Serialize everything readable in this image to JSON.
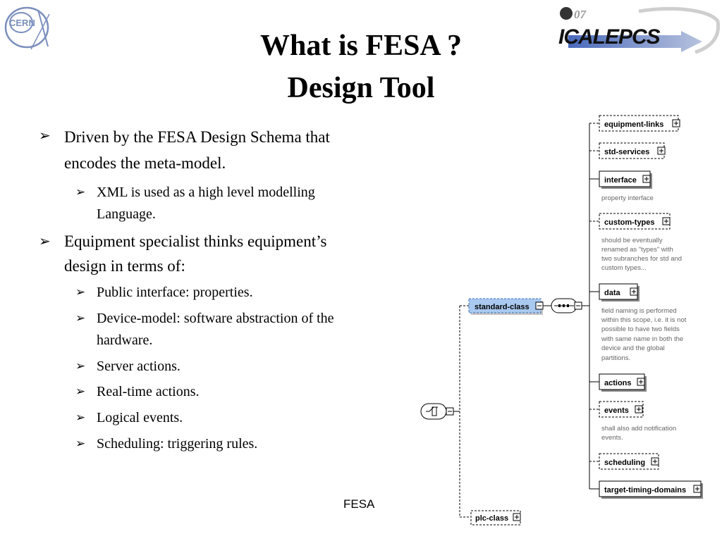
{
  "title": {
    "line1": "What is FESA ?",
    "line2": "Design Tool"
  },
  "logos": {
    "left": "CERN",
    "right": "ICALEPCS"
  },
  "bullets": [
    {
      "level": 1,
      "lines": [
        "Driven by the FESA Design Schema that",
        "encodes the meta-model."
      ]
    },
    {
      "level": 2,
      "lines": [
        "XML is used as a high level modelling",
        "Language."
      ]
    },
    {
      "level": 1,
      "lines": [
        "Equipment specialist thinks equipment’s",
        "design in terms of:"
      ]
    },
    {
      "level": 2,
      "lines": [
        "Public interface: properties."
      ]
    },
    {
      "level": 2,
      "lines": [
        "Device-model: software abstraction of  the",
        "hardware."
      ]
    },
    {
      "level": 2,
      "lines": [
        "Server actions."
      ]
    },
    {
      "level": 2,
      "lines": [
        "Real-time actions."
      ]
    },
    {
      "level": 2,
      "lines": [
        "Logical events."
      ]
    },
    {
      "level": 2,
      "lines": [
        "Scheduling: triggering rules."
      ]
    }
  ],
  "diagram": {
    "root_class": "standard-class",
    "plc_class": "plc-class",
    "children": [
      {
        "label": "equipment-links",
        "note": []
      },
      {
        "label": "std-services",
        "note": []
      },
      {
        "label": "interface",
        "note": [
          "property interface"
        ]
      },
      {
        "label": "custom-types",
        "note": [
          "should be eventually",
          "renamed as \"types\" with",
          "two subranches for std and",
          "custom types..."
        ]
      },
      {
        "label": "data",
        "note": [
          "field naming is performed",
          "within this scope, i.e. it is not",
          "possible to have two fields",
          "with same name in both the",
          "device and the global",
          "partitions."
        ]
      },
      {
        "label": "actions",
        "note": []
      },
      {
        "label": "events",
        "note": [
          "shall also add notification",
          "events."
        ]
      },
      {
        "label": "scheduling",
        "note": []
      },
      {
        "label": "target-timing-domains",
        "note": []
      }
    ]
  },
  "footer": "FESA"
}
